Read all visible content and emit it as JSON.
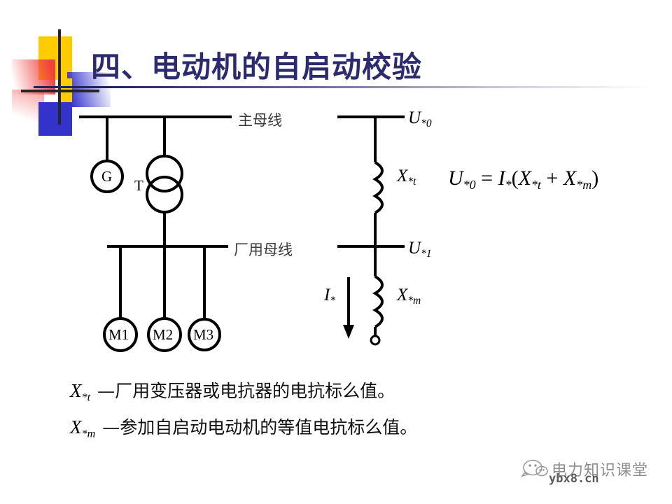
{
  "slide": {
    "title": "四、电动机的自启动校验",
    "title_color": "#2B2B6E",
    "background": "#FFFFFF"
  },
  "decoration": {
    "name": "corner-squares-logo",
    "colors": {
      "yellow": "#FFCC00",
      "red": "#F04040",
      "blue": "#3333CC",
      "cross": "#262626"
    }
  },
  "left_diagram": {
    "name": "power-system-single-line-diagram",
    "main_bus_label": "主母线",
    "plant_bus_label": "厂用母线",
    "generator_label": "G",
    "transformer_label": "T",
    "motors": [
      {
        "label": "M1"
      },
      {
        "label": "M2"
      },
      {
        "label": "M3"
      }
    ]
  },
  "right_diagram": {
    "name": "equivalent-reactance-circuit",
    "node_top": {
      "base": "U",
      "sub": "*0"
    },
    "node_mid": {
      "base": "U",
      "sub": "*1"
    },
    "reactance_top": {
      "base": "X",
      "sub": "*t"
    },
    "reactance_bottom": {
      "base": "X",
      "sub": "*m"
    },
    "current": {
      "base": "I",
      "sub": "*"
    }
  },
  "formula": {
    "text": "U*0 = I*(X*t + X*m)",
    "parts": {
      "u": "U",
      "u_sub": "*0",
      "eq": "=",
      "i": "I",
      "i_sub": "*",
      "open": "(",
      "xt": "X",
      "xt_sub": "*t",
      "plus": "+",
      "xm": "X",
      "xm_sub": "*m",
      "close": ")"
    }
  },
  "legend": [
    {
      "symbol_base": "X",
      "symbol_sub": "*t",
      "description": "—厂用变压器或电抗器的电抗标么值。"
    },
    {
      "symbol_base": "X",
      "symbol_sub": "*m",
      "description": "—参加自启动电动机的等值电抗标么值。"
    }
  ],
  "watermark": {
    "text": "电力知识课堂",
    "url": "ybx8.cn",
    "icon": "wechat-bubble-icon"
  }
}
